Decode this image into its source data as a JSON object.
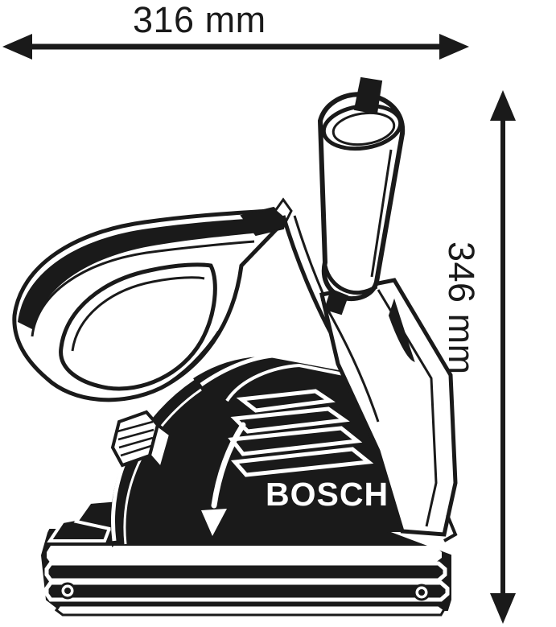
{
  "figure": {
    "kind": "technical-dimension-drawing",
    "subject": "Bosch wall chaser power tool, side elevation",
    "background_color": "#ffffff",
    "line_color": "#1a1a1a",
    "fill_dark": "#1a1a1a",
    "fill_light": "#ffffff"
  },
  "dimensions": {
    "width": {
      "label": "316 mm",
      "value": 316,
      "unit": "mm",
      "orientation": "horizontal",
      "position": "top"
    },
    "height": {
      "label": "346 mm",
      "value": 346,
      "unit": "mm",
      "orientation": "vertical",
      "position": "right",
      "text_rotation_deg": 90
    }
  },
  "branding": {
    "wordmark": "BOSCH",
    "wordmark_color": "#ffffff",
    "placement": "black disc guard panel"
  },
  "annotations": {
    "rotation_arrow": {
      "name": "disc-rotation-arrow",
      "color": "#ffffff",
      "description": "curved arrow on guard indicating cutting disc rotation direction"
    }
  },
  "tool_parts": [
    {
      "name": "dust-extraction-port",
      "fill": "light"
    },
    {
      "name": "extraction-port-cap",
      "fill": "dark"
    },
    {
      "name": "d-handle",
      "fill": "light"
    },
    {
      "name": "motor-housing",
      "fill": "light"
    },
    {
      "name": "disc-guard",
      "fill": "dark"
    },
    {
      "name": "ventilation-slots",
      "fill": "dark"
    },
    {
      "name": "depth-adjustment-knob",
      "fill": "light"
    },
    {
      "name": "base-plate",
      "fill": "dark"
    },
    {
      "name": "guide-rollers",
      "fill": "light"
    }
  ]
}
